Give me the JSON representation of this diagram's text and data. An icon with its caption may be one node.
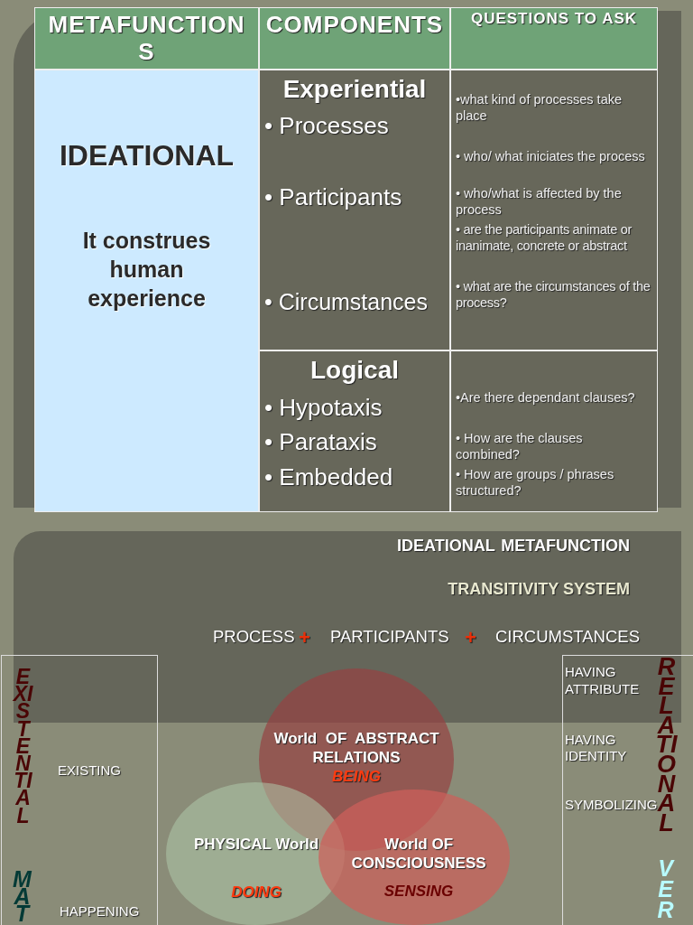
{
  "diagram": {
    "nodes": [
      {
        "text": [
          "EXISTENTIAL",
          "EXISTING",
          "MAT",
          "HAPPENING"
        ]
      },
      {
        "text": [
          "HAVING ATTRIBUTE",
          "HAVING IDENTITY",
          "SYMBOLIZING",
          "RELATIONAL",
          "VER"
        ]
      },
      {
        "text": [
          "World  OF  ABSTRACT RELATIONS",
          "BEING"
        ]
      },
      {
        "text": [
          "PHYSICAL World",
          "DOING"
        ]
      },
      {
        "text": [
          "World OF CONSCIOUSNESS",
          "SENSING"
        ]
      }
    ],
    "labels": [
      "METAFUNCTIONS",
      "COMPONENTS",
      "QUESTIONS TO ASK",
      "IDEATIONAL",
      "It construes human experience",
      "Experiential",
      "• Processes",
      "• Participants",
      "• Circumstances",
      "•what kind of processes take place",
      "• who/ what iniciates the process",
      "• who/what is affected by the process",
      "• are the participants animate or inanimate, concrete or abstract",
      "• what are the circumstances of the process?",
      "Logical",
      "• Hypotaxis",
      "• Parataxis",
      "• Embedded",
      "•Are there dependant  clauses?",
      "• How are the clauses combined?",
      "• How are groups / phrases structured?",
      "IDEATIONAL METAFUNCTION",
      "TRANSITIVITY SYSTEM",
      "PROCESS",
      "+",
      "PARTICIPANTS",
      "+",
      "CIRCUMSTANCES"
    ]
  }
}
